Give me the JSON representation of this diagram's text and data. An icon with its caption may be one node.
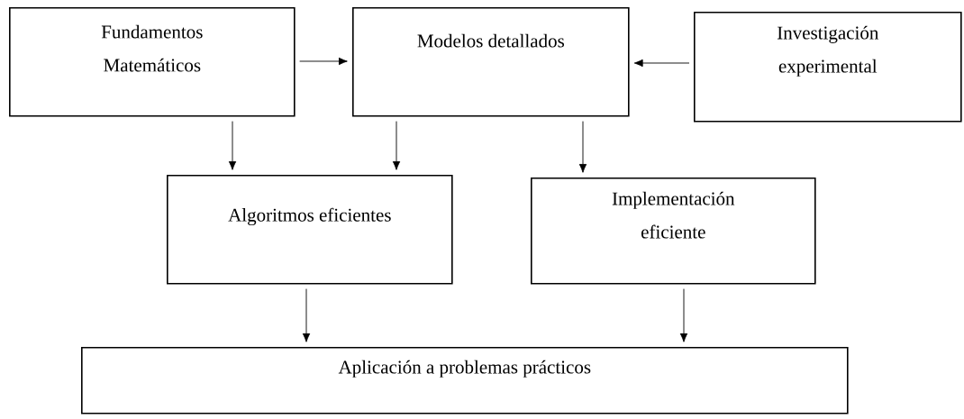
{
  "diagram": {
    "nodes": [
      {
        "text": [
          "Fundamentos Matemáticos"
        ]
      },
      {
        "text": [
          "Modelos detallados"
        ]
      },
      {
        "text": [
          "Investigación experimental"
        ]
      },
      {
        "text": [
          "Algoritmos eficientes"
        ]
      },
      {
        "text": [
          "Implementación eficiente"
        ]
      },
      {
        "text": [
          "Aplicación a problemas prácticos"
        ]
      }
    ],
    "edges": [
      {
        "from": 0,
        "to": 1,
        "arrow": "to"
      },
      {
        "from": 2,
        "to": 1,
        "arrow": "to"
      },
      {
        "from": 0,
        "to": 3,
        "arrow": "to"
      },
      {
        "from": 1,
        "to": 3,
        "arrow": "to"
      },
      {
        "from": 1,
        "to": 4,
        "arrow": "to"
      },
      {
        "from": 3,
        "to": 5,
        "arrow": "to"
      },
      {
        "from": 4,
        "to": 5,
        "arrow": "to"
      }
    ]
  }
}
